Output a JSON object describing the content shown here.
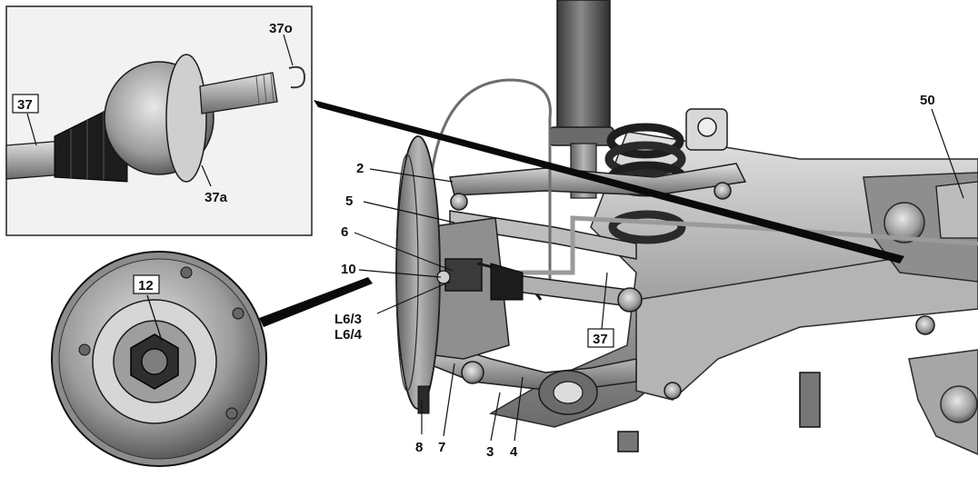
{
  "callouts": {
    "c2": "2",
    "c5": "5",
    "c6": "6",
    "c10": "10",
    "cL63": "L6/3",
    "cL64": "L6/4",
    "c8": "8",
    "c7": "7",
    "c3": "3",
    "c4": "4",
    "c37": "37",
    "c50": "50"
  },
  "inset_shaft": {
    "c37": "37",
    "c37o": "37o",
    "c37a": "37a"
  },
  "inset_hub": {
    "c12": "12"
  },
  "colors": {
    "metal_dark": "#5a5a5a",
    "metal_mid": "#9a9a9a",
    "metal_light": "#d4d4d4",
    "boot_black": "#1c1c1c",
    "inset_bg": "#f2f2f2"
  }
}
